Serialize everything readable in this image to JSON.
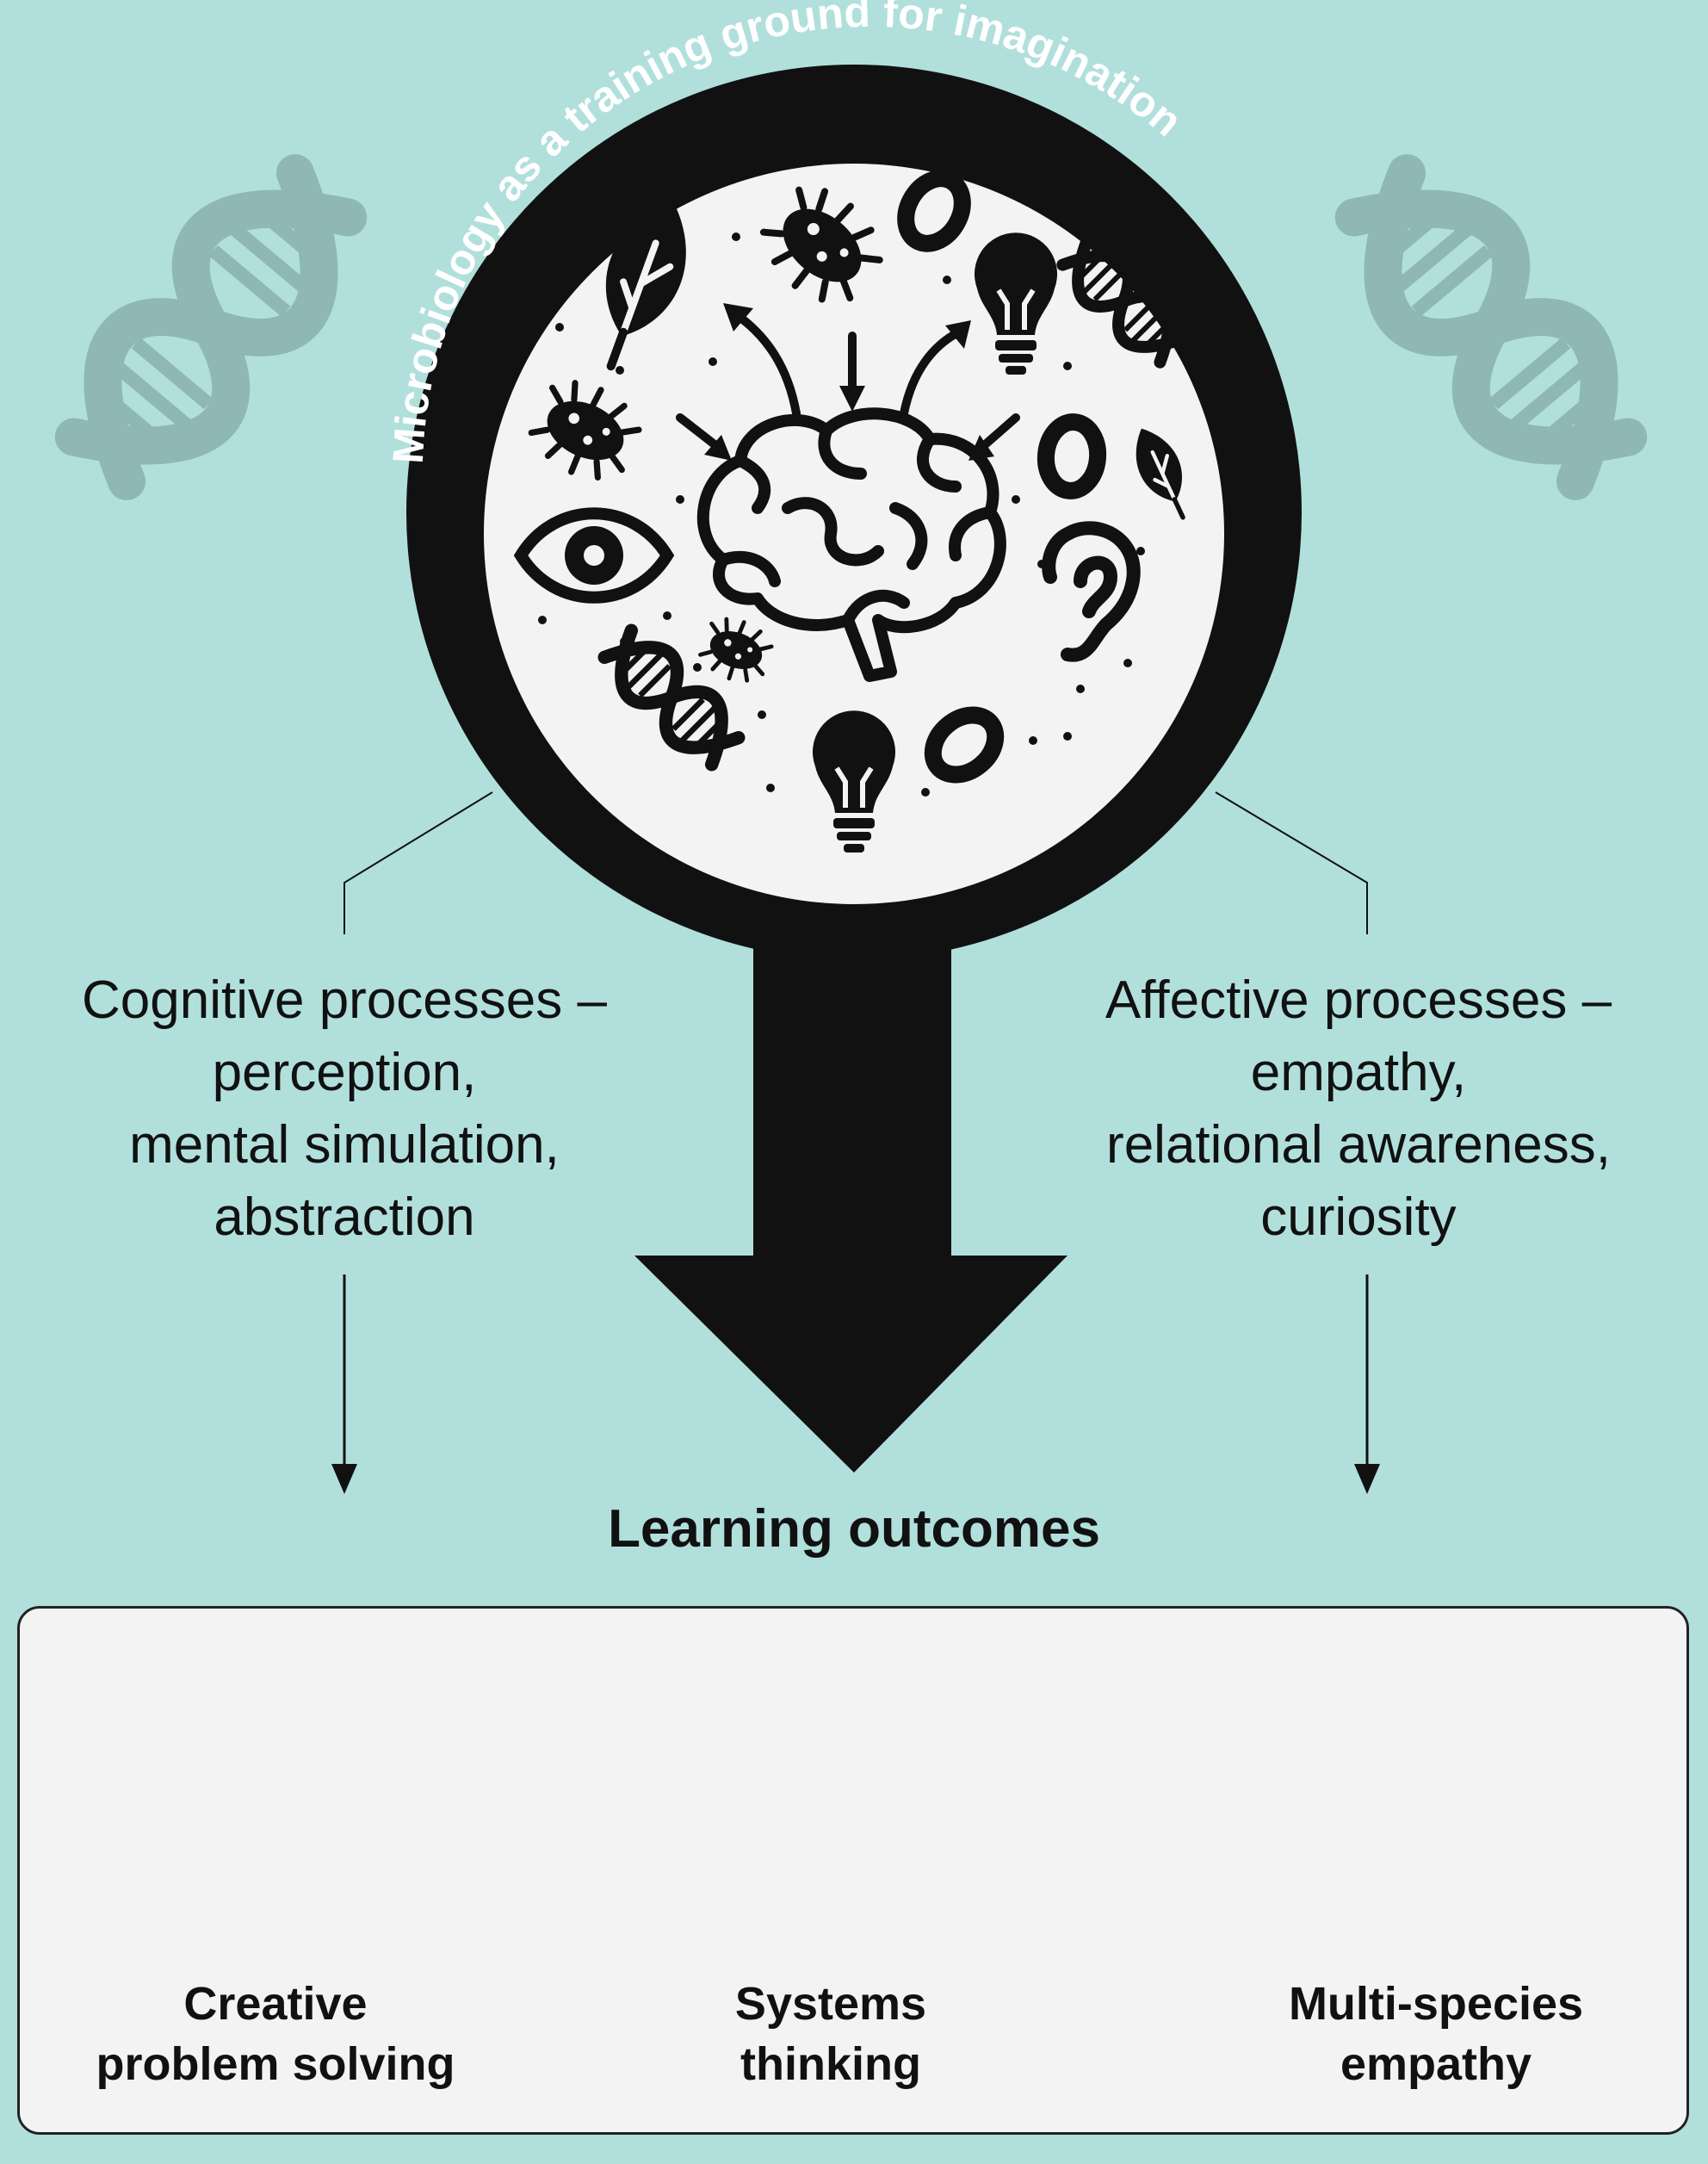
{
  "diagram": {
    "circle_title": "Microbiology as a training ground for imagination",
    "left_branch": {
      "lines": [
        "Cognitive processes –",
        "perception,",
        "mental simulation,",
        "abstraction"
      ]
    },
    "right_branch": {
      "lines": [
        "Affective processes –",
        "empathy,",
        "relational awareness,",
        "curiosity"
      ]
    },
    "heading": "Learning outcomes",
    "outcomes": [
      {
        "icon": "creative-head-icon",
        "lines": [
          "Creative",
          "problem solving"
        ]
      },
      {
        "icon": "network-icon",
        "lines": [
          "Systems",
          "thinking"
        ]
      },
      {
        "icon": "hand-heart-species-icon",
        "lines": [
          "Multi-species",
          "empathy"
        ]
      }
    ]
  },
  "colors": {
    "background": "#b1e0dc",
    "dna_background": "#8fb7b3",
    "ink": "#111111",
    "circle_fill": "#f2f3f2"
  }
}
